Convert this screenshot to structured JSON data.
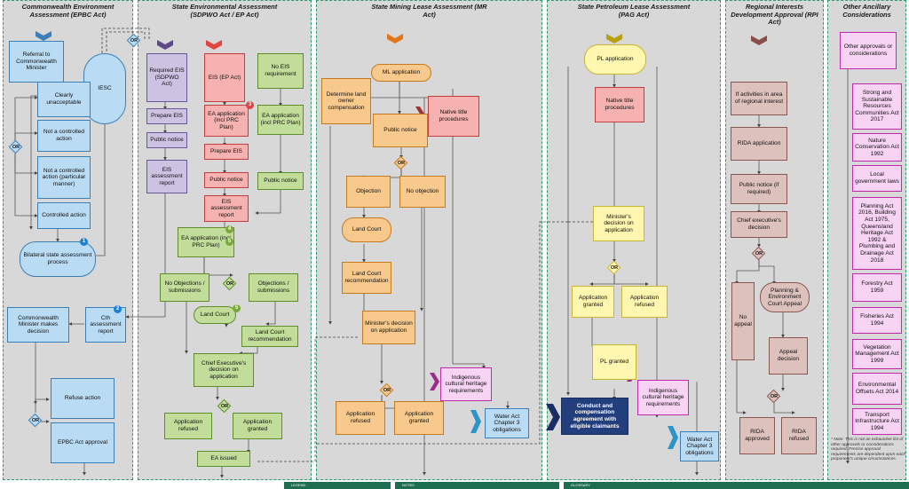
{
  "lanes": {
    "epbc": {
      "title": "Commonwealth Environment Assessment (EPBC Act)"
    },
    "sdpwo": {
      "title": "State Environmental Assessment (SDPWO Act / EP Act)"
    },
    "mr": {
      "title": "State Mining Lease Assessment (MR Act)"
    },
    "pag": {
      "title": "State Petroleum Lease Assessment (PAG Act)"
    },
    "rpi": {
      "title": "Regional Interests Development Approval (RPI Act)"
    },
    "other": {
      "title": "Other Ancillary Considerations"
    }
  },
  "epbc": {
    "referral": "Referral to Commonwealth Minister",
    "iesc": "IESC",
    "clearly_unacceptable": "Clearly unacceptable",
    "not_controlled": "Not a controlled action",
    "not_controlled_particular": "Not a controlled action (particular manner)",
    "controlled_action": "Controlled action",
    "bilateral": "Bilateral state assessment process",
    "minister_decision": "Commonwealth Minister makes decision",
    "cth_report": "Cth assessment report",
    "refuse": "Refuse action",
    "approval": "EPBC Act approval"
  },
  "sdpwo": {
    "required_eis": "Required EIS (SDPWO Act)",
    "eis_ep": "EIS (EP Act)",
    "no_eis": "No EIS requirement",
    "prepare_eis_1": "Prepare EIS",
    "ea_application_prc_1": "EA application (incl PRC Plan)",
    "ea_application_prc_2": "EA application (incl PRC Plan)",
    "public_notice_1": "Public notice",
    "prepare_eis_2": "Prepare EIS",
    "eis_report_1": "EIS assessment report",
    "public_notice_2": "Public notice",
    "public_notice_3": "Public notice",
    "eis_report_2": "EIS assessment report",
    "ea_application_prc_3": "EA application (incl PRC Plan)",
    "no_objections": "No Objections / submissions",
    "objections": "Objections / submissions",
    "land_court": "Land Court",
    "land_court_rec": "Land Court recommendation",
    "chief_exec": "Chief Executive's decision on application",
    "refused": "Application refused",
    "granted": "Application granted",
    "ea_issued": "EA issued"
  },
  "mr": {
    "ml_application": "ML application",
    "determine": "Determine land owner compensation",
    "native_title": "Native title procedures",
    "public_notice": "Public notice",
    "objection": "Objection",
    "no_objection": "No objection",
    "land_court": "Land Court",
    "land_court_rec": "Land Court recommendation",
    "minister_decision": "Minister's decision on application",
    "indigenous": "Indigenous cultural heritage requirements",
    "refused": "Application refused",
    "granted": "Application granted",
    "water_act": "Water Act Chapter 3 obligations"
  },
  "pag": {
    "pl_application": "PL application",
    "native_title": "Native title procedures",
    "minister_decision": "Minister's decision on application",
    "granted": "Application granted",
    "refused": "Application refused",
    "pl_granted": "PL granted",
    "conduct": "Conduct and compensation agreement with eligible claimants",
    "indigenous": "Indigenous cultural heritage requirements",
    "water_act": "Water Act Chapter 3 obligations"
  },
  "rpi": {
    "if_activities": "If activities in area of regional interest",
    "rida_application": "RIDA application",
    "public_notice": "Public notice (if required)",
    "chief_exec": "Chief executive's decision",
    "planning_court": "Planning & Environment Court Appeal",
    "no_appeal": "No appeal",
    "appeal_decision": "Appeal decision",
    "rida_approved": "RIDA approved",
    "rida_refused": "RIDA refused"
  },
  "other": {
    "items": [
      "Other approvals or considerations",
      "Strong and Sustainable Resources Communities Act 2017",
      "Nature Conservation Act 1992",
      "Local government laws",
      "Planning Act 2016, Building Act 1975, Queensland Heritage Act 1992 & Plumbing and Drainage Act 2018",
      "Forestry Act 1959",
      "Fisheries Act 1994",
      "Vegetation Management Act 1999",
      "Environmental Offsets Act 2014",
      "Transport Infrastructure Act 1994"
    ],
    "note": "* Note: This is not an exhaustive list of other approvals or considerations required. Precise approval requirements are dependent upon each proponent's unique circumstances."
  },
  "or_label": "OR",
  "badges": {
    "b1": "1",
    "b2": "2",
    "r3": "3",
    "g4": "4",
    "g5a": "5",
    "g5b": "5"
  },
  "footer": {
    "legend": "LEGEND",
    "notes": "NOTES",
    "glossary": "GLOSSARY"
  },
  "colors": {
    "lane_bg": "#d8d8d8",
    "lane_border": "#2e9b6b",
    "blue": "#b9dbf4",
    "purple": "#cdc2e2",
    "pink": "#f6b2b0",
    "green": "#c1dd99",
    "orange": "#f8c98c",
    "yellow": "#fff6b0",
    "mauve": "#ddc1bd",
    "magenta": "#f7d3f4",
    "navy": "#233e7d"
  }
}
